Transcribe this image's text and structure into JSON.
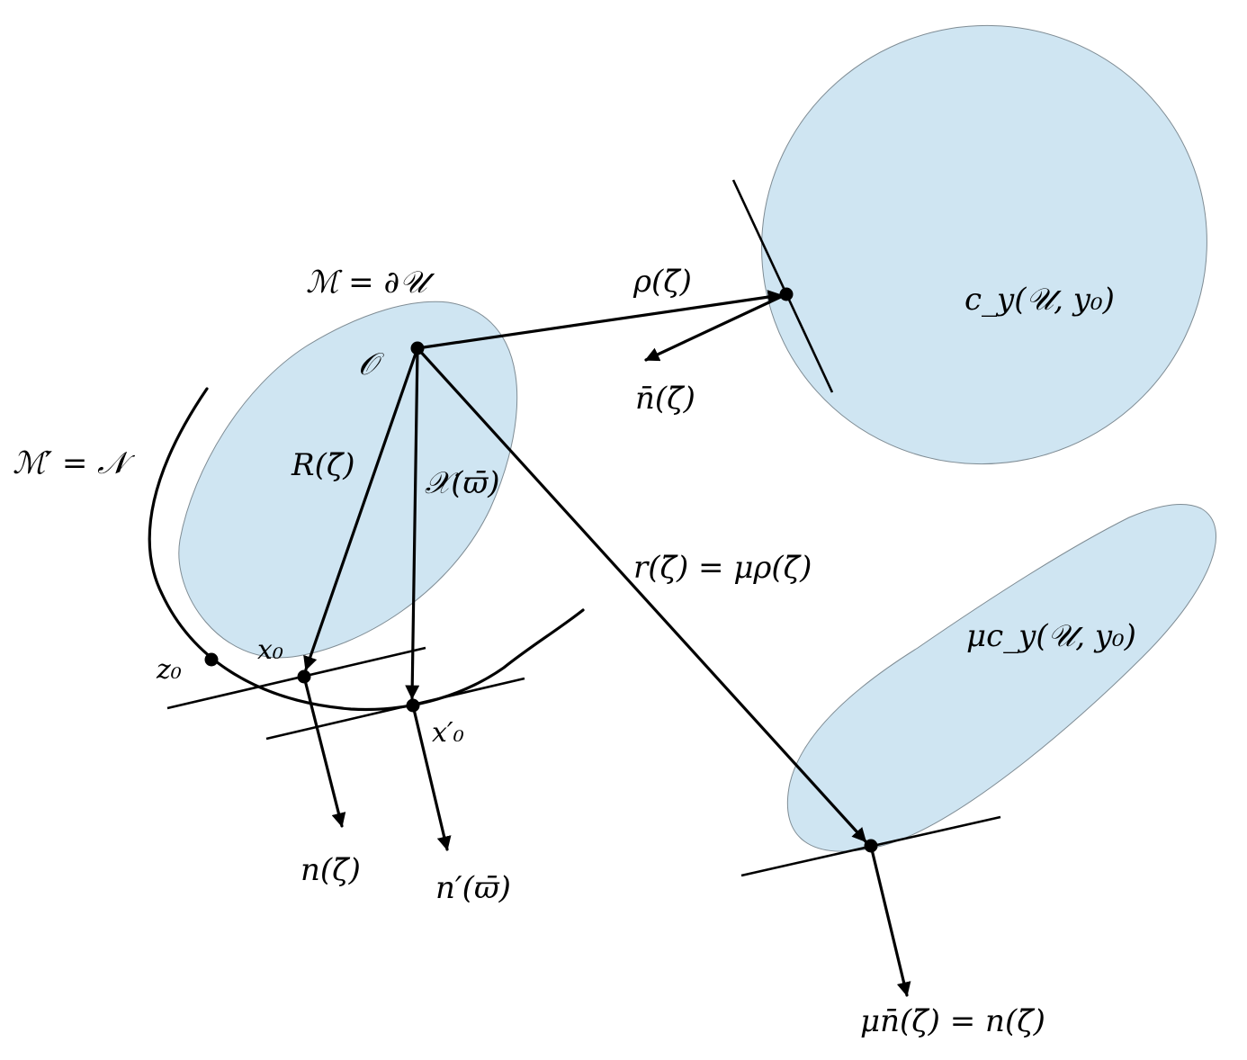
{
  "colors": {
    "region_fill": "#cfe5f2",
    "region_stroke": "#7f8c94",
    "line": "#000000"
  },
  "labels": {
    "m_boundary": "ℳ = ∂𝒰",
    "origin": "𝒪",
    "m_prime": "ℳ′ = 𝒩",
    "R": "R(ζ̄)",
    "X": "𝒳(ϖ̄)",
    "rho": "ρ(ζ̄)",
    "n_bar": "n̄(ζ̄)",
    "c_y": "c_y(𝒰, y₀)",
    "mu_c_y": "μc_y(𝒰, y₀)",
    "r_eq": "r(ζ̄) = μρ(ζ̄)",
    "z0": "z₀",
    "x0": "x₀",
    "x0_prime": "x′₀",
    "n": "n(ζ̄)",
    "n_prime": "n′(ϖ̄)",
    "mu_n_bar": "μn̄(ζ̄) = n(ζ̄)"
  }
}
